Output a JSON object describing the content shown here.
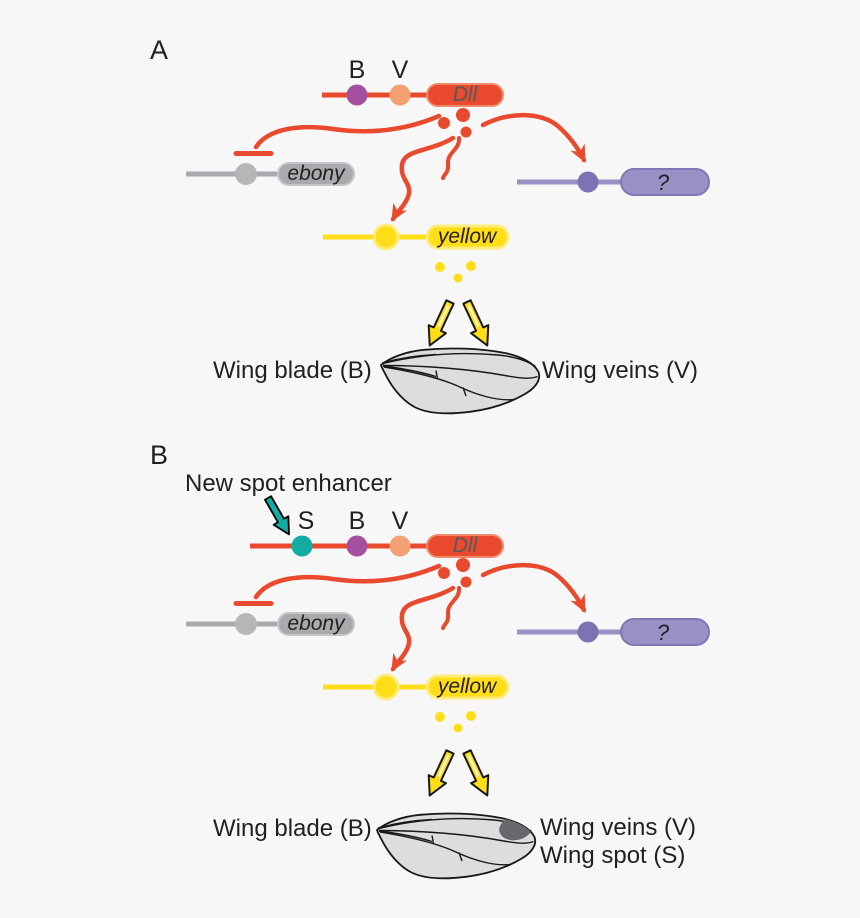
{
  "colors": {
    "background": "#F7F7F7",
    "red": "#E9492C",
    "enhancer_b_purple": "#A4509F",
    "enhancer_v_orange": "#F4A173",
    "enhancer_s_teal": "#12ACA3",
    "gray_gene": "#A8AAAD",
    "yellow": "#FFDE17",
    "purple_line": "#9A90C5",
    "purple_circle": "#7F72B4",
    "dll_text": "#58595B",
    "text": "#231F20",
    "wing_fill": "#DCDDDE",
    "wing_spot": "#67686C"
  },
  "genes": {
    "dll": "Dll",
    "ebony": "ebony",
    "yellow_gene": "yellow",
    "unknown": "?"
  },
  "enhancers": {
    "blade": "B",
    "veins": "V",
    "spot": "S"
  },
  "panel_a": {
    "label": "A",
    "wing_blade_caption": "Wing blade (B)",
    "wing_veins_caption": "Wing veins (V)"
  },
  "panel_b": {
    "label": "B",
    "annotation": "New spot enhancer",
    "wing_blade_caption": "Wing blade (B)",
    "wing_veins_caption": "Wing veins (V)",
    "wing_spot_caption": "Wing spot (S)"
  }
}
